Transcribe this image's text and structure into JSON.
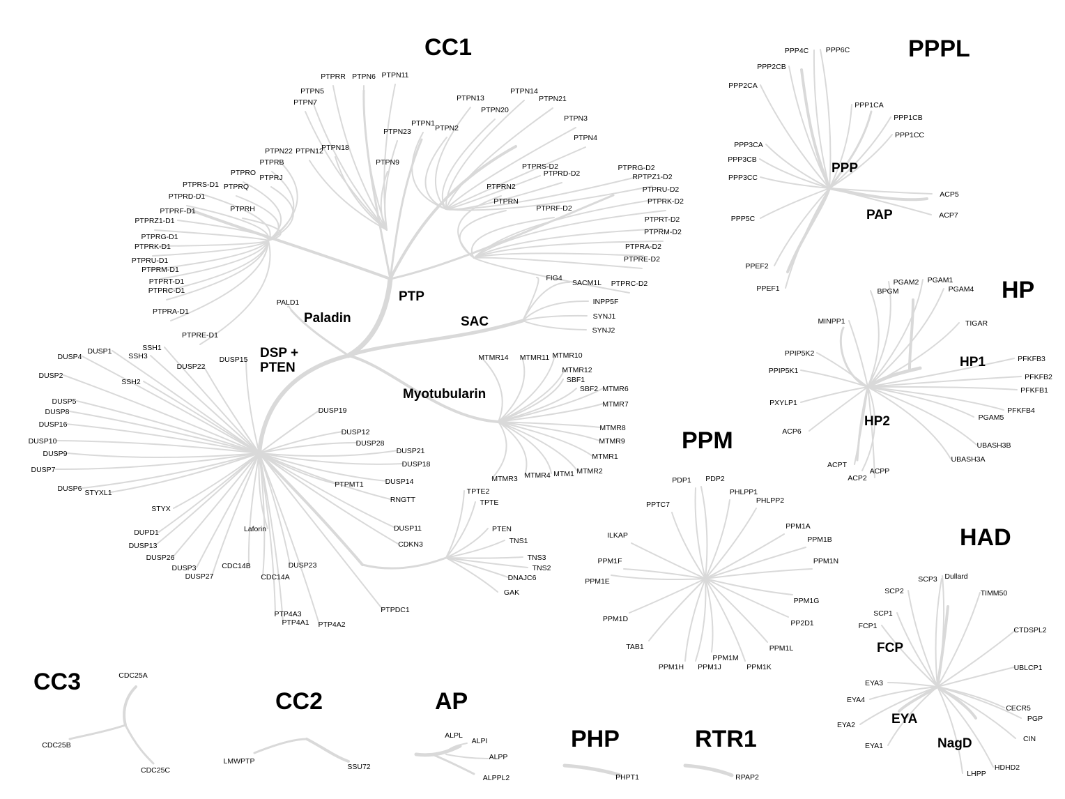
{
  "colors": {
    "branch": "#d9d9d9",
    "text": "#000000",
    "background": "#ffffff"
  },
  "families": [
    {
      "key": "cc1",
      "title": "CC1",
      "subfamilies": [
        "PTP",
        "SAC",
        "Paladin",
        "DSP + PTEN",
        "Myotubularin"
      ],
      "genes": [
        "PTPRR",
        "PTPN6",
        "PTPN11",
        "PTPN5",
        "PTPN7",
        "PTPN13",
        "PTPN14",
        "PTPN21",
        "PTPN20",
        "PTPN1",
        "PTPN2",
        "PTPN23",
        "PTPN3",
        "PTPN4",
        "PTPN18",
        "PTPN22",
        "PTPN12",
        "PTPRB",
        "PTPN9",
        "PTPRO",
        "PTPRJ",
        "PTPRQ",
        "PTPRS-D1",
        "PTPRD-D1",
        "PTPRH",
        "PTPRF-D1",
        "PTPRZ1-D1",
        "PTPRG-D1",
        "PTPRK-D1",
        "PTPRU-D1",
        "PTPRM-D1",
        "PTPRT-D1",
        "PTPRC-D1",
        "PTPRA-D1",
        "PTPRE-D1",
        "PTPRS-D2",
        "PTPRD-D2",
        "PTPRN2",
        "PTPRN",
        "PTPRF-D2",
        "PTPRG-D2",
        "RPTPZ1-D2",
        "PTPRU-D2",
        "PTPRK-D2",
        "PTPRT-D2",
        "PTPRM-D2",
        "PTPRA-D2",
        "PTPRE-D2",
        "PTPRC-D2",
        "PALD1",
        "FIG4",
        "SACM1L",
        "INPP5F",
        "SYNJ1",
        "SYNJ2",
        "DUSP4",
        "DUSP1",
        "SSH1",
        "SSH3",
        "DUSP22",
        "DUSP15",
        "DUSP2",
        "SSH2",
        "DUSP5",
        "DUSP8",
        "DUSP16",
        "DUSP10",
        "DUSP9",
        "DUSP7",
        "DUSP6",
        "STYXL1",
        "STYX",
        "DUSP19",
        "DUSP12",
        "DUSP28",
        "DUSP21",
        "DUSP18",
        "DUSP14",
        "PTPMT1",
        "RNGTT",
        "DUSP11",
        "CDKN3",
        "DUPD1",
        "DUSP13",
        "DUSP26",
        "DUSP3",
        "DUSP27",
        "Laforin",
        "CDC14B",
        "CDC14A",
        "DUSP23",
        "PTP4A3",
        "PTP4A1",
        "PTP4A2",
        "PTPDC1",
        "MTMR14",
        "MTMR11",
        "MTMR10",
        "MTMR12",
        "SBF1",
        "SBF2",
        "MTMR6",
        "MTMR7",
        "MTMR8",
        "MTMR9",
        "MTMR1",
        "MTMR2",
        "MTM1",
        "MTMR4",
        "MTMR3",
        "TPTE2",
        "TPTE",
        "PTEN",
        "TNS1",
        "TNS3",
        "TNS2",
        "DNAJC6",
        "GAK"
      ]
    },
    {
      "key": "pppl",
      "title": "PPPL",
      "subfamilies": [
        "PPP",
        "PAP"
      ],
      "genes": [
        "PPP4C",
        "PPP6C",
        "PPP2CB",
        "PPP2CA",
        "PPP1CA",
        "PPP1CB",
        "PPP1CC",
        "PPP3CA",
        "PPP3CB",
        "PPP3CC",
        "PPP5C",
        "PPEF2",
        "PPEF1",
        "ACP5",
        "ACP7"
      ]
    },
    {
      "key": "hp",
      "title": "HP",
      "subfamilies": [
        "HP1",
        "HP2"
      ],
      "genes": [
        "PGAM2",
        "PGAM1",
        "BPGM",
        "PGAM4",
        "MINPP1",
        "TIGAR",
        "PPIP5K2",
        "PPIP5K1",
        "PFKFB3",
        "PFKFB2",
        "PFKFB1",
        "PFKFB4",
        "PGAM5",
        "UBASH3B",
        "UBASH3A",
        "PXYLP1",
        "ACP6",
        "ACPT",
        "ACPP",
        "ACP2"
      ]
    },
    {
      "key": "ppm",
      "title": "PPM",
      "subfamilies": [],
      "genes": [
        "PDP1",
        "PDP2",
        "PHLPP1",
        "PHLPP2",
        "PPTC7",
        "ILKAP",
        "PPM1A",
        "PPM1B",
        "PPM1N",
        "PPM1F",
        "PPM1E",
        "PPM1G",
        "PPM1D",
        "PP2D1",
        "TAB1",
        "PPM1L",
        "PPM1M",
        "PPM1H",
        "PPM1J",
        "PPM1K"
      ]
    },
    {
      "key": "had",
      "title": "HAD",
      "subfamilies": [
        "FCP",
        "EYA",
        "NagD"
      ],
      "genes": [
        "SCP3",
        "Dullard",
        "SCP2",
        "TIMM50",
        "SCP1",
        "FCP1",
        "CTDSPL2",
        "UBLCP1",
        "EYA3",
        "EYA4",
        "EYA2",
        "EYA1",
        "CECR5",
        "PGP",
        "CIN",
        "HDHD2",
        "LHPP"
      ]
    },
    {
      "key": "cc3",
      "title": "CC3",
      "subfamilies": [],
      "genes": [
        "CDC25A",
        "CDC25B",
        "CDC25C"
      ]
    },
    {
      "key": "cc2",
      "title": "CC2",
      "subfamilies": [],
      "genes": [
        "LMWPTP",
        "SSU72"
      ]
    },
    {
      "key": "ap",
      "title": "AP",
      "subfamilies": [],
      "genes": [
        "ALPL",
        "ALPI",
        "ALPP",
        "ALPPL2"
      ]
    },
    {
      "key": "php",
      "title": "PHP",
      "subfamilies": [],
      "genes": [
        "PHPT1"
      ]
    },
    {
      "key": "rtr1",
      "title": "RTR1",
      "subfamilies": [],
      "genes": [
        "RPAP2"
      ]
    }
  ]
}
